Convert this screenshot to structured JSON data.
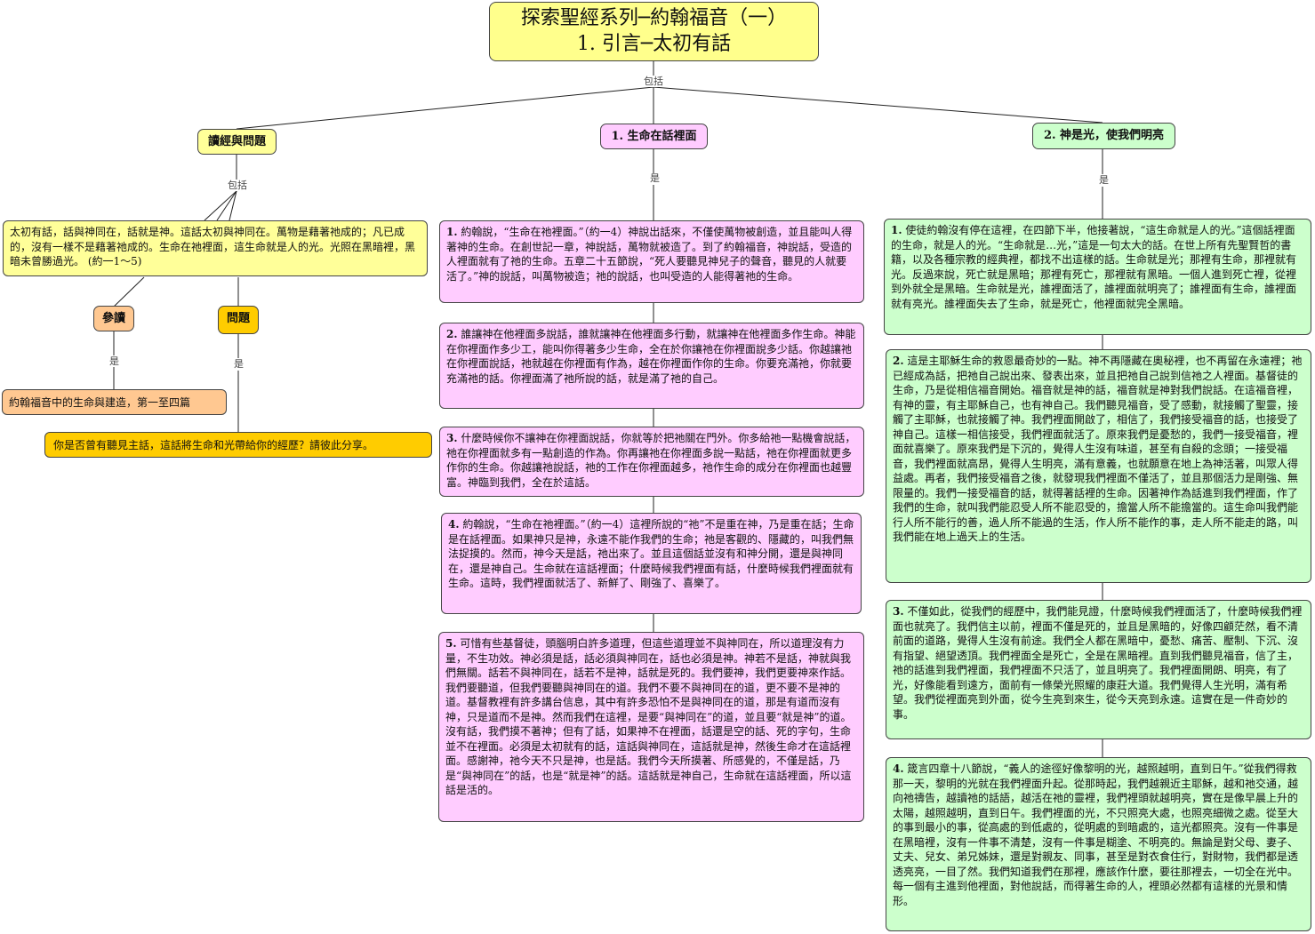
{
  "title": {
    "line1": "探索聖經系列─約翰福音（一）",
    "line2": "1. 引言─太初有話"
  },
  "link_labels": {
    "root": "包括",
    "left": "包括",
    "middle": "是",
    "right": "是",
    "cansan": "是",
    "wenti": "是"
  },
  "left_branch": {
    "topic": "讀經與問題",
    "scripture": "太初有話，話與神同在，話就是神。這話太初與神同在。萬物是藉著祂成的；凡已成的，沒有一樣不是藉著祂成的。生命在祂裡面，這生命就是人的光。光照在黑暗裡，黑暗未曾勝過光。 (約一1～5)",
    "cansan": "參讀",
    "cansan_text": "約翰福音中的生命與建造，第一至四篇",
    "wenti": "問題",
    "wenti_text": "你是否曾有聽見主話，這話將生命和光帶給你的經歷？請彼此分享。"
  },
  "middle_branch": {
    "topic": "1. 生命在話裡面",
    "items": [
      {
        "num": "1.",
        "text": " 約翰說，“生命在祂裡面。”（約一4）神說出話來，不僅使萬物被創造，並且能叫人得著神的生命。在創世記一章，神說話，萬物就被造了。到了約翰福音，神說話，受造的人裡面就有了祂的生命。五章二十五節說，“死人要聽見神兒子的聲音，聽見的人就要活了。”神的說話，叫萬物被造；祂的說話，也叫受造的人能得著祂的生命。"
      },
      {
        "num": "2.",
        "text": " 誰讓神在他裡面多說話，誰就讓神在他裡面多行動，就讓神在他裡面多作生命。神能在你裡面作多少工，能叫你得著多少生命，全在於你讓祂在你裡面說多少話。你越讓祂在你裡面說話，祂就越在你裡面有作為，越在你裡面作你的生命。你要充滿祂，你就要充滿祂的話。你裡面滿了祂所說的話，就是滿了祂的自己。"
      },
      {
        "num": "3.",
        "text": " 什麼時候你不讓神在你裡面說話，你就等於把祂關在門外。你多給祂一點機會說話，祂在你裡面就多有一點創造的作為。你再讓祂在你裡面多說一點話，祂在你裡面就更多作你的生命。你越讓祂說話，祂的工作在你裡面越多，祂作生命的成分在你裡面也越豐富。神臨到我們，全在於這話。"
      },
      {
        "num": "4.",
        "text": " 約翰說，“生命在祂裡面。”（約一4）這裡所說的“祂”不是重在神，乃是重在話；生命是在話裡面。如果神只是神，永遠不能作我們的生命；祂是客觀的、隱藏的，叫我們無法捉摸的。然而，神今天是話，祂出來了。並且這個話並沒有和神分開，還是與神同在，還是神自己。生命就在這話裡面；什麼時候我們裡面有話，什麼時候我們裡面就有生命。這時，我們裡面就活了、新鮮了、剛強了、喜樂了。"
      },
      {
        "num": "5.",
        "text": " 可惜有些基督徒，頭腦明白許多道理，但這些道理並不與神同在，所以道理沒有力量，不生功效。神必須是話，話必須與神同在，話也必須是神。神若不是話，神就與我們無關。話若不與神同在，話若不是神，話就是死的。我們要神，我們更要神來作話。我們要聽道，但我們要聽與神同在的道。我們不要不與神同在的道，更不要不是神的道。基督教裡有許多講台信息，其中有許多恐怕不是與神同在的道，那是有道而沒有神，只是道而不是神。然而我們在這裡，是要“與神同在”的道，並且要“就是神”的道。沒有話，我們摸不著神；但有了話，如果神不在裡面，話還是空的話、死的字句，生命並不在裡面。必須是太初就有的話，這話與神同在，這話就是神，然後生命才在這話裡面。感謝神，祂今天不只是神，也是話。我們今天所摸著、所感覺的，不僅是話，乃是“與神同在”的話，也是“就是神”的話。這話就是神自己，生命就在這話裡面，所以這話是活的。"
      }
    ]
  },
  "right_branch": {
    "topic": "2. 神是光，使我們明亮",
    "items": [
      {
        "num": "1.",
        "text": " 使徒約翰沒有停在這裡，在四節下半，他接著說，“這生命就是人的光。”這個話裡面的生命，就是人的光。“生命就是…光，”這是一句太大的話。在世上所有先聖賢哲的書籍，以及各種宗教的經典裡，都找不出這樣的話。生命就是光；那裡有生命，那裡就有光。反過來說，死亡就是黑暗；那裡有死亡，那裡就有黑暗。一個人進到死亡裡，從裡到外就全是黑暗。生命就是光，誰裡面活了，誰裡面就明亮了；誰裡面有生命，誰裡面就有亮光。誰裡面失去了生命，就是死亡，他裡面就完全黑暗。"
      },
      {
        "num": "2.",
        "text": " 這是主耶穌生命的救恩最奇妙的一點。神不再隱藏在奧秘裡，也不再留在永遠裡；祂已經成為話，把祂自己說出來、發表出來，並且把祂自己說到信祂之人裡面。基督徒的生命，乃是從相信福音開始。福音就是神的話，福音就是神對我們說話。在這福音裡，有神的靈，有主耶穌自己，也有神自己。我們聽見福音，受了感動，就接觸了聖靈，接觸了主耶穌，也就接觸了神。我們裡面開啟了，相信了，我們接受福音的話，也接受了神自己。這樣一相信接受，我們裡面就活了。原來我們是憂愁的，我們一接受福音，裡面就喜樂了。原來我們是下沉的，覺得人生沒有味道，甚至有自殺的念頭；一接受福音，我們裡面就高昂，覺得人生明亮，滿有意義，也就願意在地上為神活著，叫眾人得益處。再者，我們接受福音之後，就發現我們裡面不僅活了，並且那個活力是剛強、無限量的。我們一接受福音的話，就得著話裡的生命。因著神作為話進到我們裡面，作了我們的生命，就叫我們能忍受人所不能忍受的，擔當人所不能擔當的。這生命叫我們能行人所不能行的善，過人所不能過的生活，作人所不能作的事，走人所不能走的路，叫我們能在地上過天上的生活。"
      },
      {
        "num": "3.",
        "text": " 不僅如此，從我們的經歷中，我們能見證，什麼時候我們裡面活了，什麼時候我們裡面也就亮了。我們信主以前，裡面不僅是死的，並且是黑暗的，好像四顧茫然，看不清前面的道路，覺得人生沒有前途。我們全人都在黑暗中，憂愁、痛苦、壓制、下沉、沒有指望、絕望透頂。我們裡面全是死亡，全是在黑暗裡。直到我們聽見福音，信了主，祂的話進到我們裡面，我們裡面不只活了，並且明亮了。我們裡面開朗、明亮，有了光，好像能看到遠方，面前有一條榮光照耀的康莊大道。我們覺得人生光明，滿有希望。我們從裡面亮到外面，從今生亮到來生，從今天亮到永遠。這實在是一件奇妙的事。"
      },
      {
        "num": "4.",
        "text": " 箴言四章十八節說，“義人的途徑好像黎明的光，越照越明，直到日午。”從我們得救那一天，黎明的光就在我們裡面升起。從那時起，我們越親近主耶穌，越和祂交通，越向祂禱告，越讀祂的話語，越活在祂的靈裡，我們裡頭就越明亮，實在是像早晨上升的太陽，越照越明，直到日午。我們裡面的光，不只照亮大處，也照亮細微之處。從至大的事到最小的事，從高處的到低處的，從明處的到暗處的，這光都照亮。沒有一件事是在黑暗裡，沒有一件事不清楚，沒有一件事是糊塗、不明亮的。無論是對父母、妻子、丈夫、兒女、弟兄姊妹，還是對親友、同事，甚至是對衣食住行，對財物，我們都是透透亮亮，一目了然。我們知道我們在那裡，應該作什麼，要往那裡去，一切全在光中。每一個有主進到他裡面，對他說話，而得著生命的人，裡頭必然都有這樣的光景和情形。"
      }
    ]
  }
}
